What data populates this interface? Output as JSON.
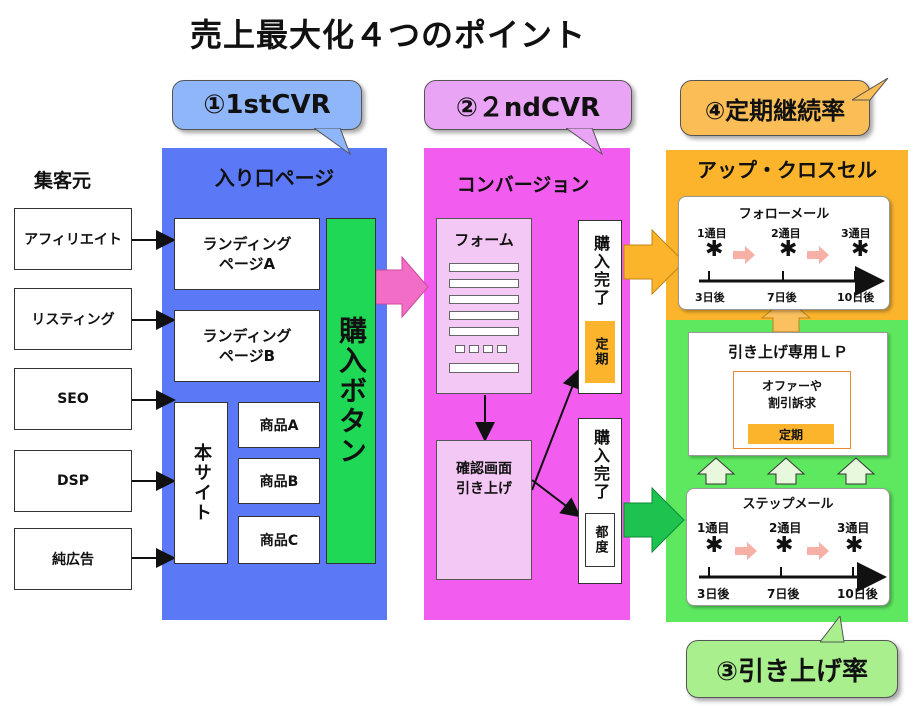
{
  "title": "売上最大化４つのポイント",
  "source": {
    "heading": "集客元",
    "items": [
      "アフィリエイト",
      "リスティング",
      "SEO",
      "DSP",
      "純広告"
    ]
  },
  "stage1": {
    "callout": "①1stCVR",
    "heading": "入り口ページ",
    "landing_a": "ランディング\nページA",
    "landing_b": "ランディング\nページB",
    "main_site": "本サイト",
    "products": [
      "商品A",
      "商品B",
      "商品C"
    ],
    "buy_button": "購入ボタン"
  },
  "stage2": {
    "callout": "②２ndCVR",
    "heading": "コンバージョン",
    "form": "フォーム",
    "confirm": "確認画面\n引き上げ",
    "complete_1": "購入完了",
    "complete_1_tag": "定期",
    "complete_2": "購入完了",
    "complete_2_tag": "都度"
  },
  "stage4": {
    "callout": "④定期継続率",
    "heading": "アップ・クロスセル",
    "follow_title": "フォローメール",
    "timeline": {
      "weeks": [
        "1通目",
        "2通目",
        "3通目"
      ],
      "days": [
        "3日後",
        "7日後",
        "10日後"
      ]
    }
  },
  "stage3": {
    "callout": "③引き上げ率",
    "lp_title": "引き上げ専用ＬＰ",
    "offer": "オファーや\n割引訴求",
    "teiki": "定期",
    "step_title": "ステップメール",
    "timeline": {
      "weeks": [
        "1通目",
        "2通目",
        "3通目"
      ],
      "days": [
        "3日後",
        "7日後",
        "10日後"
      ]
    }
  },
  "colors": {
    "blue_panel": "#5b79f7",
    "magenta_panel": "#f25df0",
    "orange_panel": "#fbb42c",
    "green_panel": "#5ee860",
    "buy_green": "#1fd855",
    "callout_blue": "#8fb6f8",
    "callout_purple": "#e9a4f6",
    "callout_orange": "#fbbd55",
    "callout_green": "#a9ef8d"
  }
}
